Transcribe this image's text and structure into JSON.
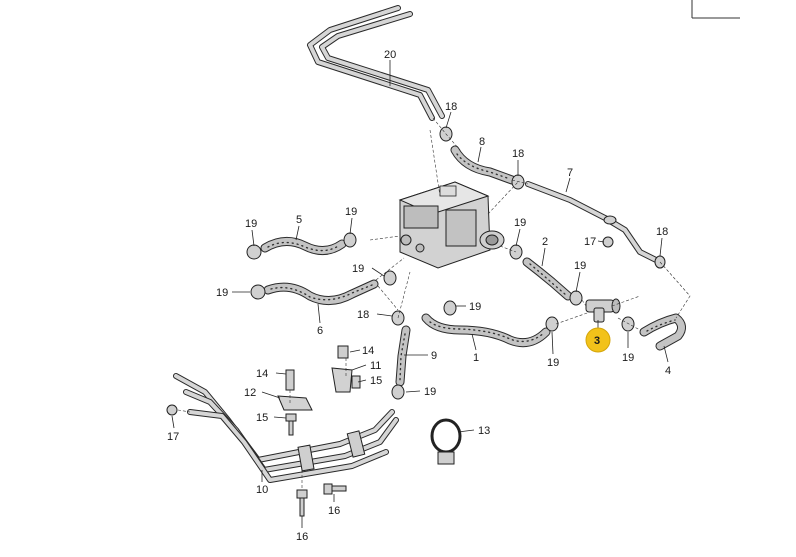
{
  "diagram": {
    "highlighted_callout": "3",
    "highlight_color": "#f2c21a",
    "callouts": {
      "c1": "1",
      "c2": "2",
      "c3": "3",
      "c4": "4",
      "c5": "5",
      "c6": "6",
      "c7": "7",
      "c8": "8",
      "c9": "9",
      "c10": "10",
      "c11": "11",
      "c12": "12",
      "c13": "13",
      "c14": "14",
      "c15a": "15",
      "c15b": "15",
      "c16a": "16",
      "c16b": "16",
      "c17a": "17",
      "c17b": "17",
      "c18a": "18",
      "c18b": "18",
      "c18c": "18",
      "c18d": "18",
      "c19a": "19",
      "c19b": "19",
      "c19c": "19",
      "c19d": "19",
      "c19e": "19",
      "c19f": "19",
      "c19g": "19",
      "c19h": "19",
      "c19i": "19",
      "c19j": "19",
      "c20": "20"
    }
  }
}
